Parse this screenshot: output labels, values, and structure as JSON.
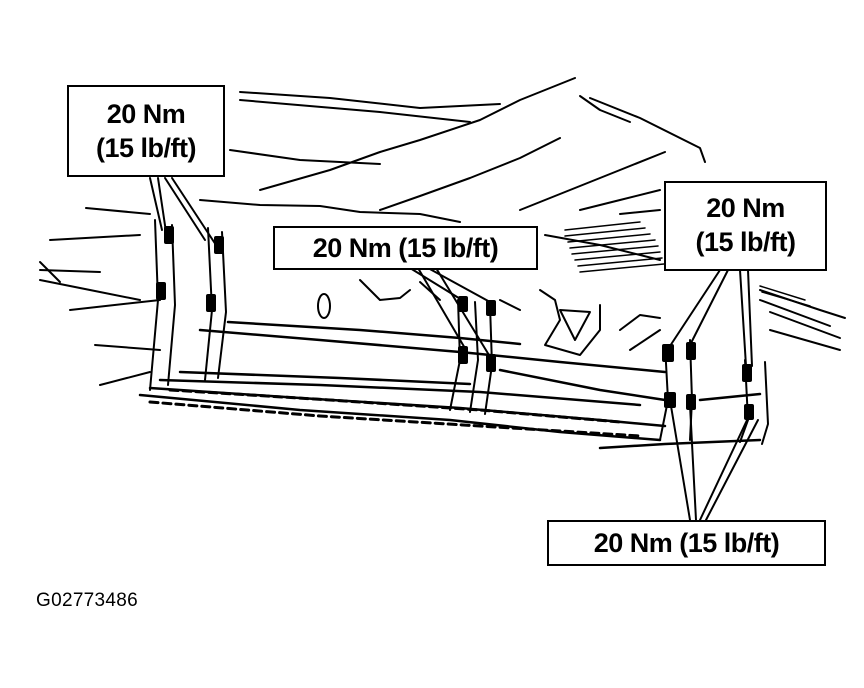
{
  "callouts": {
    "top_left": {
      "line1": "20 Nm",
      "line2": "(15 lb/ft)"
    },
    "center": {
      "text": "20 Nm (15 lb/ft)"
    },
    "right": {
      "line1": "20 Nm",
      "line2": "(15 lb/ft)"
    },
    "bottom_right": {
      "text": "20 Nm (15 lb/ft)"
    }
  },
  "figure_id": "G02773486"
}
